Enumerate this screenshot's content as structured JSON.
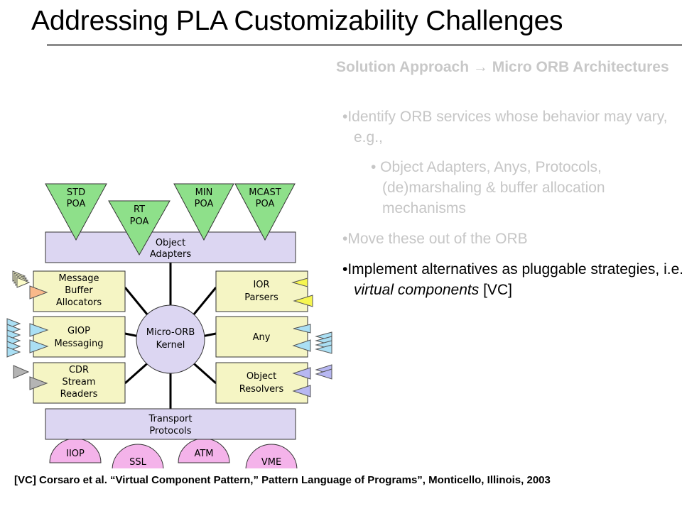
{
  "slide": {
    "title": "Addressing PLA Customizability Challenges",
    "solution_heading": "Solution Approach → Micro ORB Architectures",
    "bullets": [
      {
        "text": "•Identify ORB services whose behavior may vary, e.g.,"
      },
      {
        "text": "• Object Adapters, Anys, Protocols, (de)marshaling & buffer allocation mechanisms"
      },
      {
        "text": "•Move these out of the ORB"
      }
    ],
    "highlight_bullet": {
      "prefix": "•Implement alternatives as pluggable strategies, i.e., ",
      "emphasis": "virtual components",
      "suffix": " [VC]"
    },
    "footer": "[VC] Corsaro et al. “Virtual Component Pattern,” Pattern Language of Programs”, Monticello, Illinois, 2003"
  },
  "diagram": {
    "poa_triangles": [
      {
        "line1": "STD",
        "line2": "POA"
      },
      {
        "line1": "RT",
        "line2": "POA"
      },
      {
        "line1": "MIN",
        "line2": "POA"
      },
      {
        "line1": "MCAST",
        "line2": "POA"
      }
    ],
    "object_adapters": {
      "line1": "Object",
      "line2": "Adapters"
    },
    "kernel": {
      "line1": "Micro-ORB",
      "line2": "Kernel"
    },
    "left_boxes": [
      {
        "line1": "Message",
        "line2": "Buffer",
        "line3": "Allocators"
      },
      {
        "line1": "GIOP",
        "line2": "Messaging"
      },
      {
        "line1": "CDR",
        "line2": "Stream",
        "line3": "Readers"
      }
    ],
    "right_boxes": [
      {
        "line1": "IOR",
        "line2": "Parsers"
      },
      {
        "line1": "Any"
      },
      {
        "line1": "Object",
        "line2": "Resolvers"
      }
    ],
    "transport": {
      "line1": "Transport",
      "line2": "Protocols"
    },
    "protocols": [
      "IIOP",
      "SSL",
      "ATM",
      "VME"
    ],
    "colors": {
      "green": "#8ee08a",
      "lavender": "#dcd6f2",
      "cream": "#f5f5c4",
      "pink": "#f4b3ea",
      "yellow": "#f6f650",
      "orange": "#f9b98a",
      "cyan": "#aadff4",
      "blue": "#b7b7f2",
      "gray": "#b4b4b4"
    }
  }
}
